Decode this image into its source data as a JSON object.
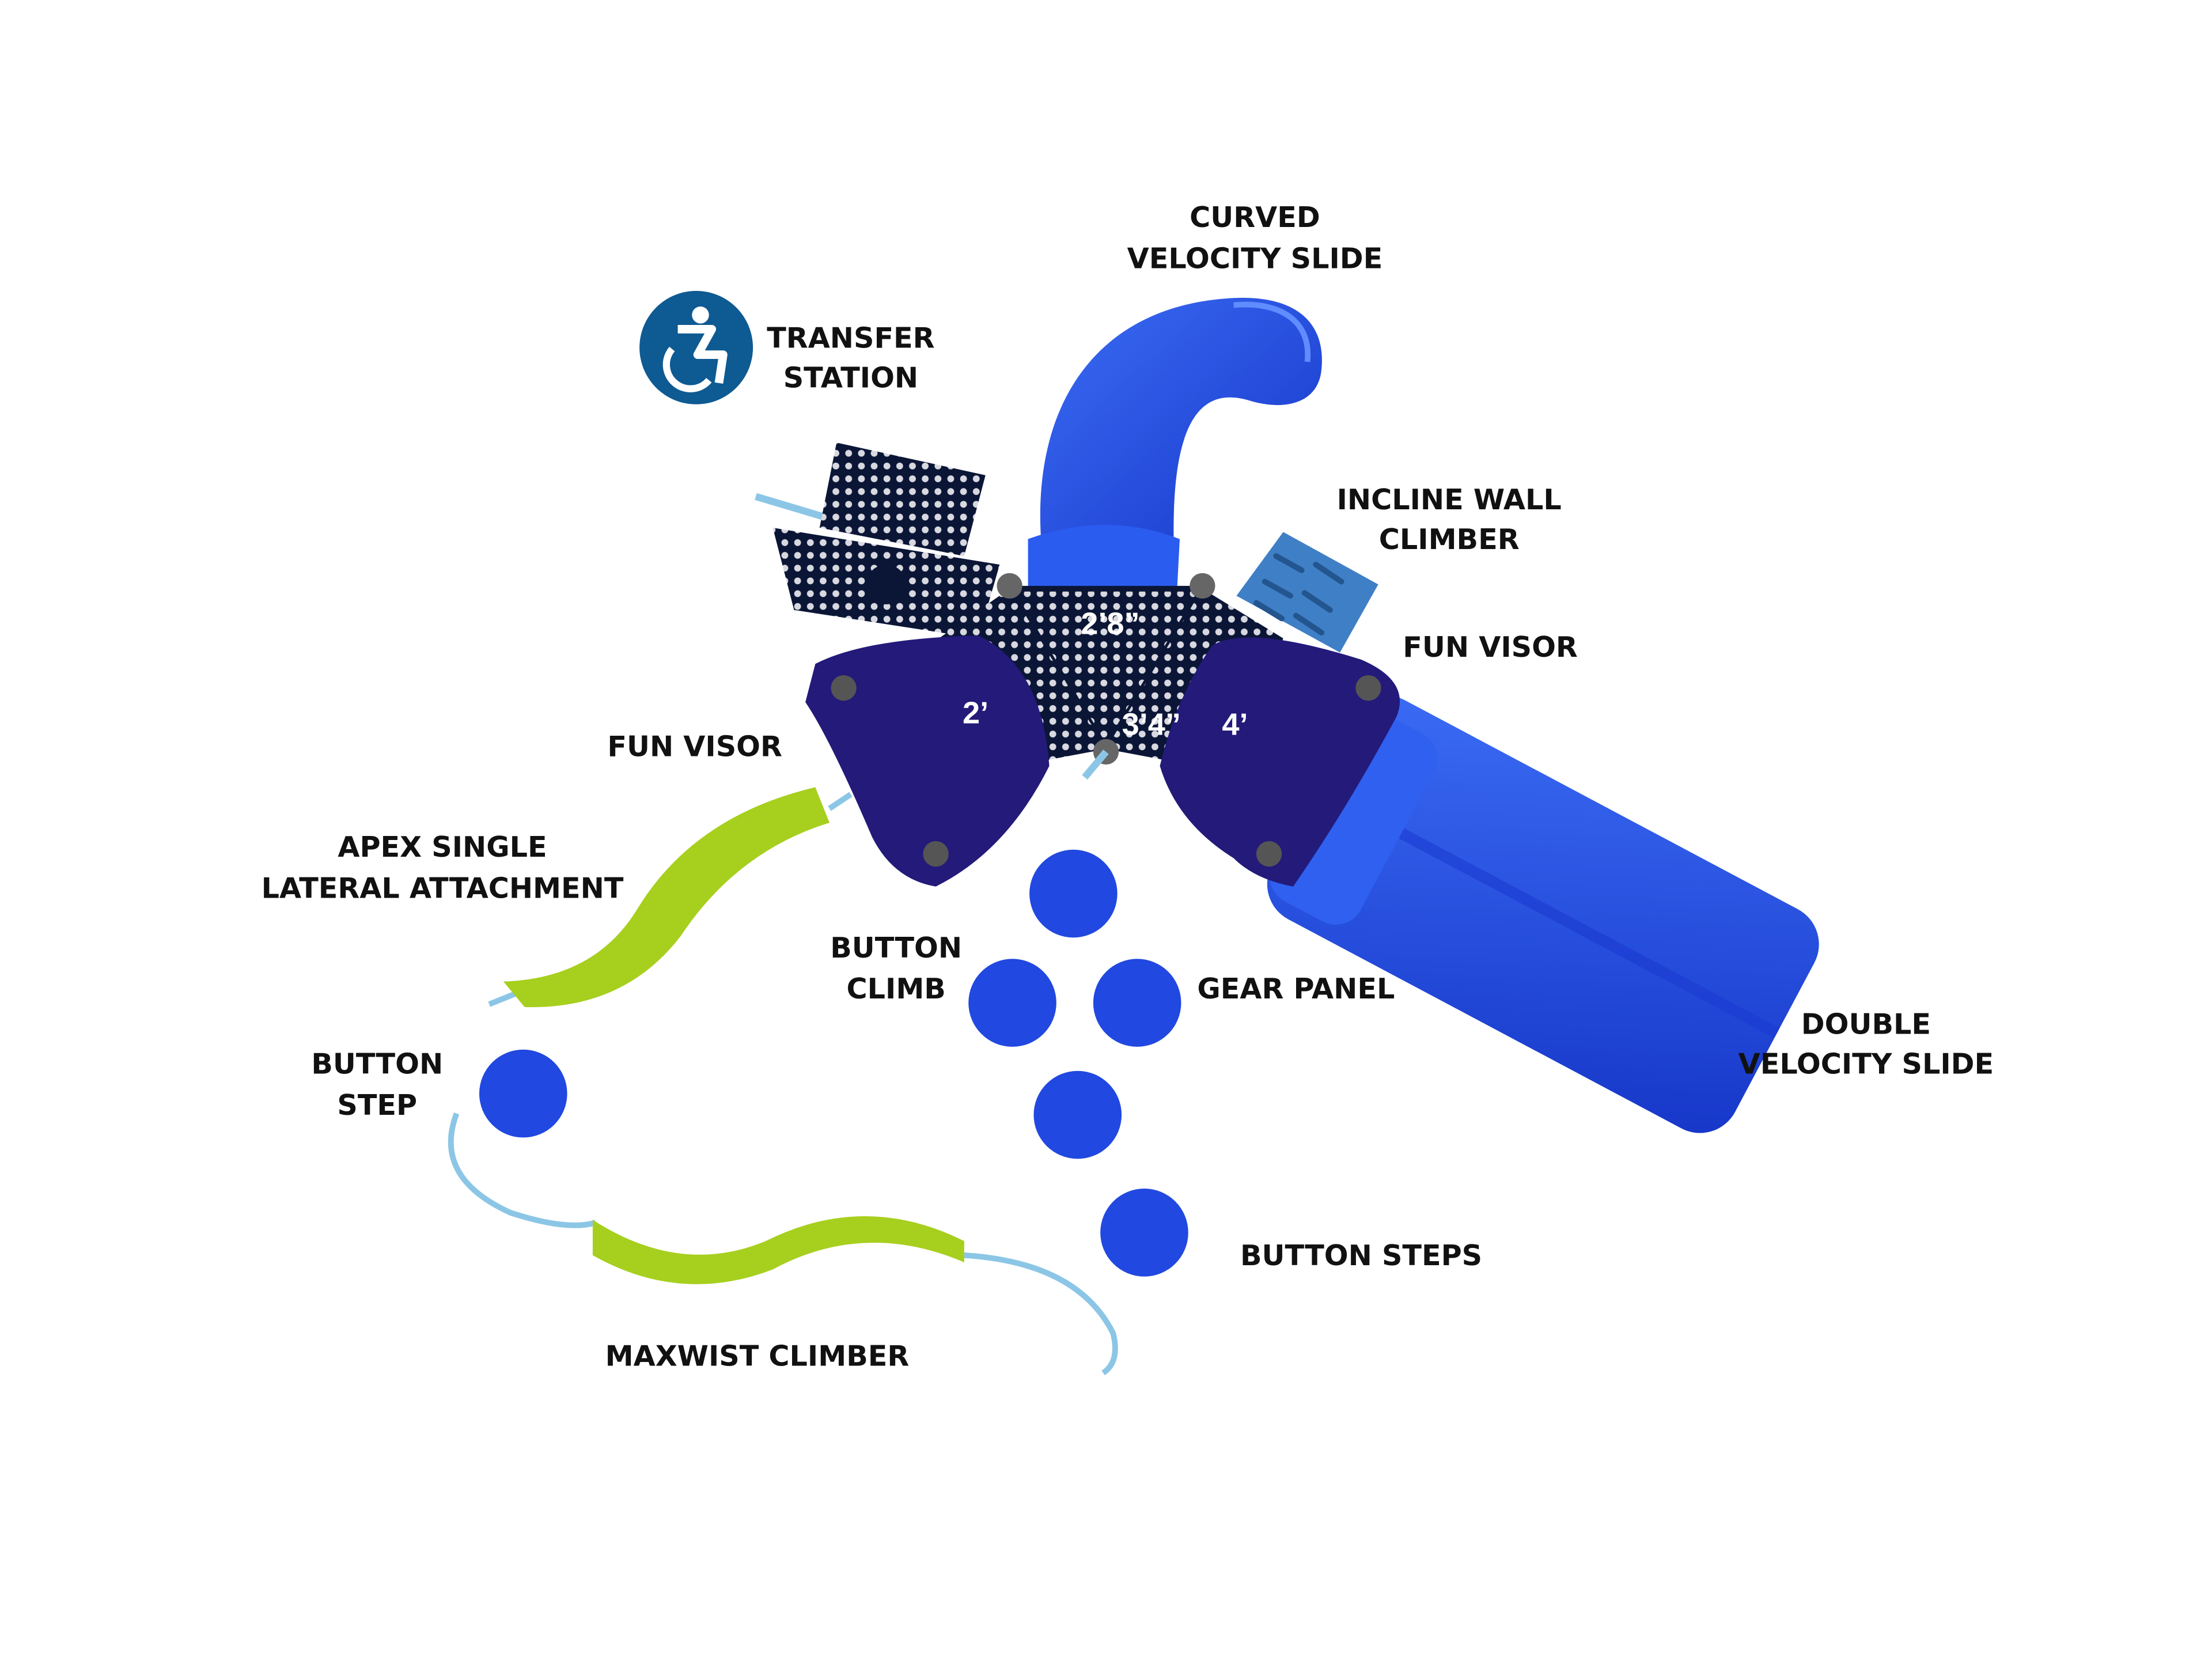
{
  "labels": {
    "curved_slide": [
      "CURVED",
      "VELOCITY SLIDE"
    ],
    "transfer_station": [
      "TRANSFER",
      "STATION"
    ],
    "incline_wall": [
      "INCLINE WALL",
      "CLIMBER"
    ],
    "fun_visor_right": "FUN VISOR",
    "fun_visor_left": "FUN VISOR",
    "apex": [
      "APEX SINGLE",
      "LATERAL ATTACHMENT"
    ],
    "button_climb": [
      "BUTTON",
      "CLIMB"
    ],
    "gear_panel": "GEAR PANEL",
    "double_slide": [
      "DOUBLE",
      "VELOCITY SLIDE"
    ],
    "button_step": [
      "BUTTON",
      "STEP"
    ],
    "button_steps": "BUTTON STEPS",
    "maxwist": "MAXWIST CLIMBER"
  },
  "deck_heights": {
    "top": "2’8”",
    "left": "2’",
    "center": "3’4”",
    "right": "4’"
  },
  "icons": {
    "accessibility": "wheelchair-accessibility-icon"
  },
  "colors": {
    "slide": "#1f4fe6",
    "visor": "#231a7a",
    "deck": "#0d1a3e",
    "green": "#a7cf1e",
    "accessible": "#0e5a92",
    "incline": "#3f7fc6"
  }
}
